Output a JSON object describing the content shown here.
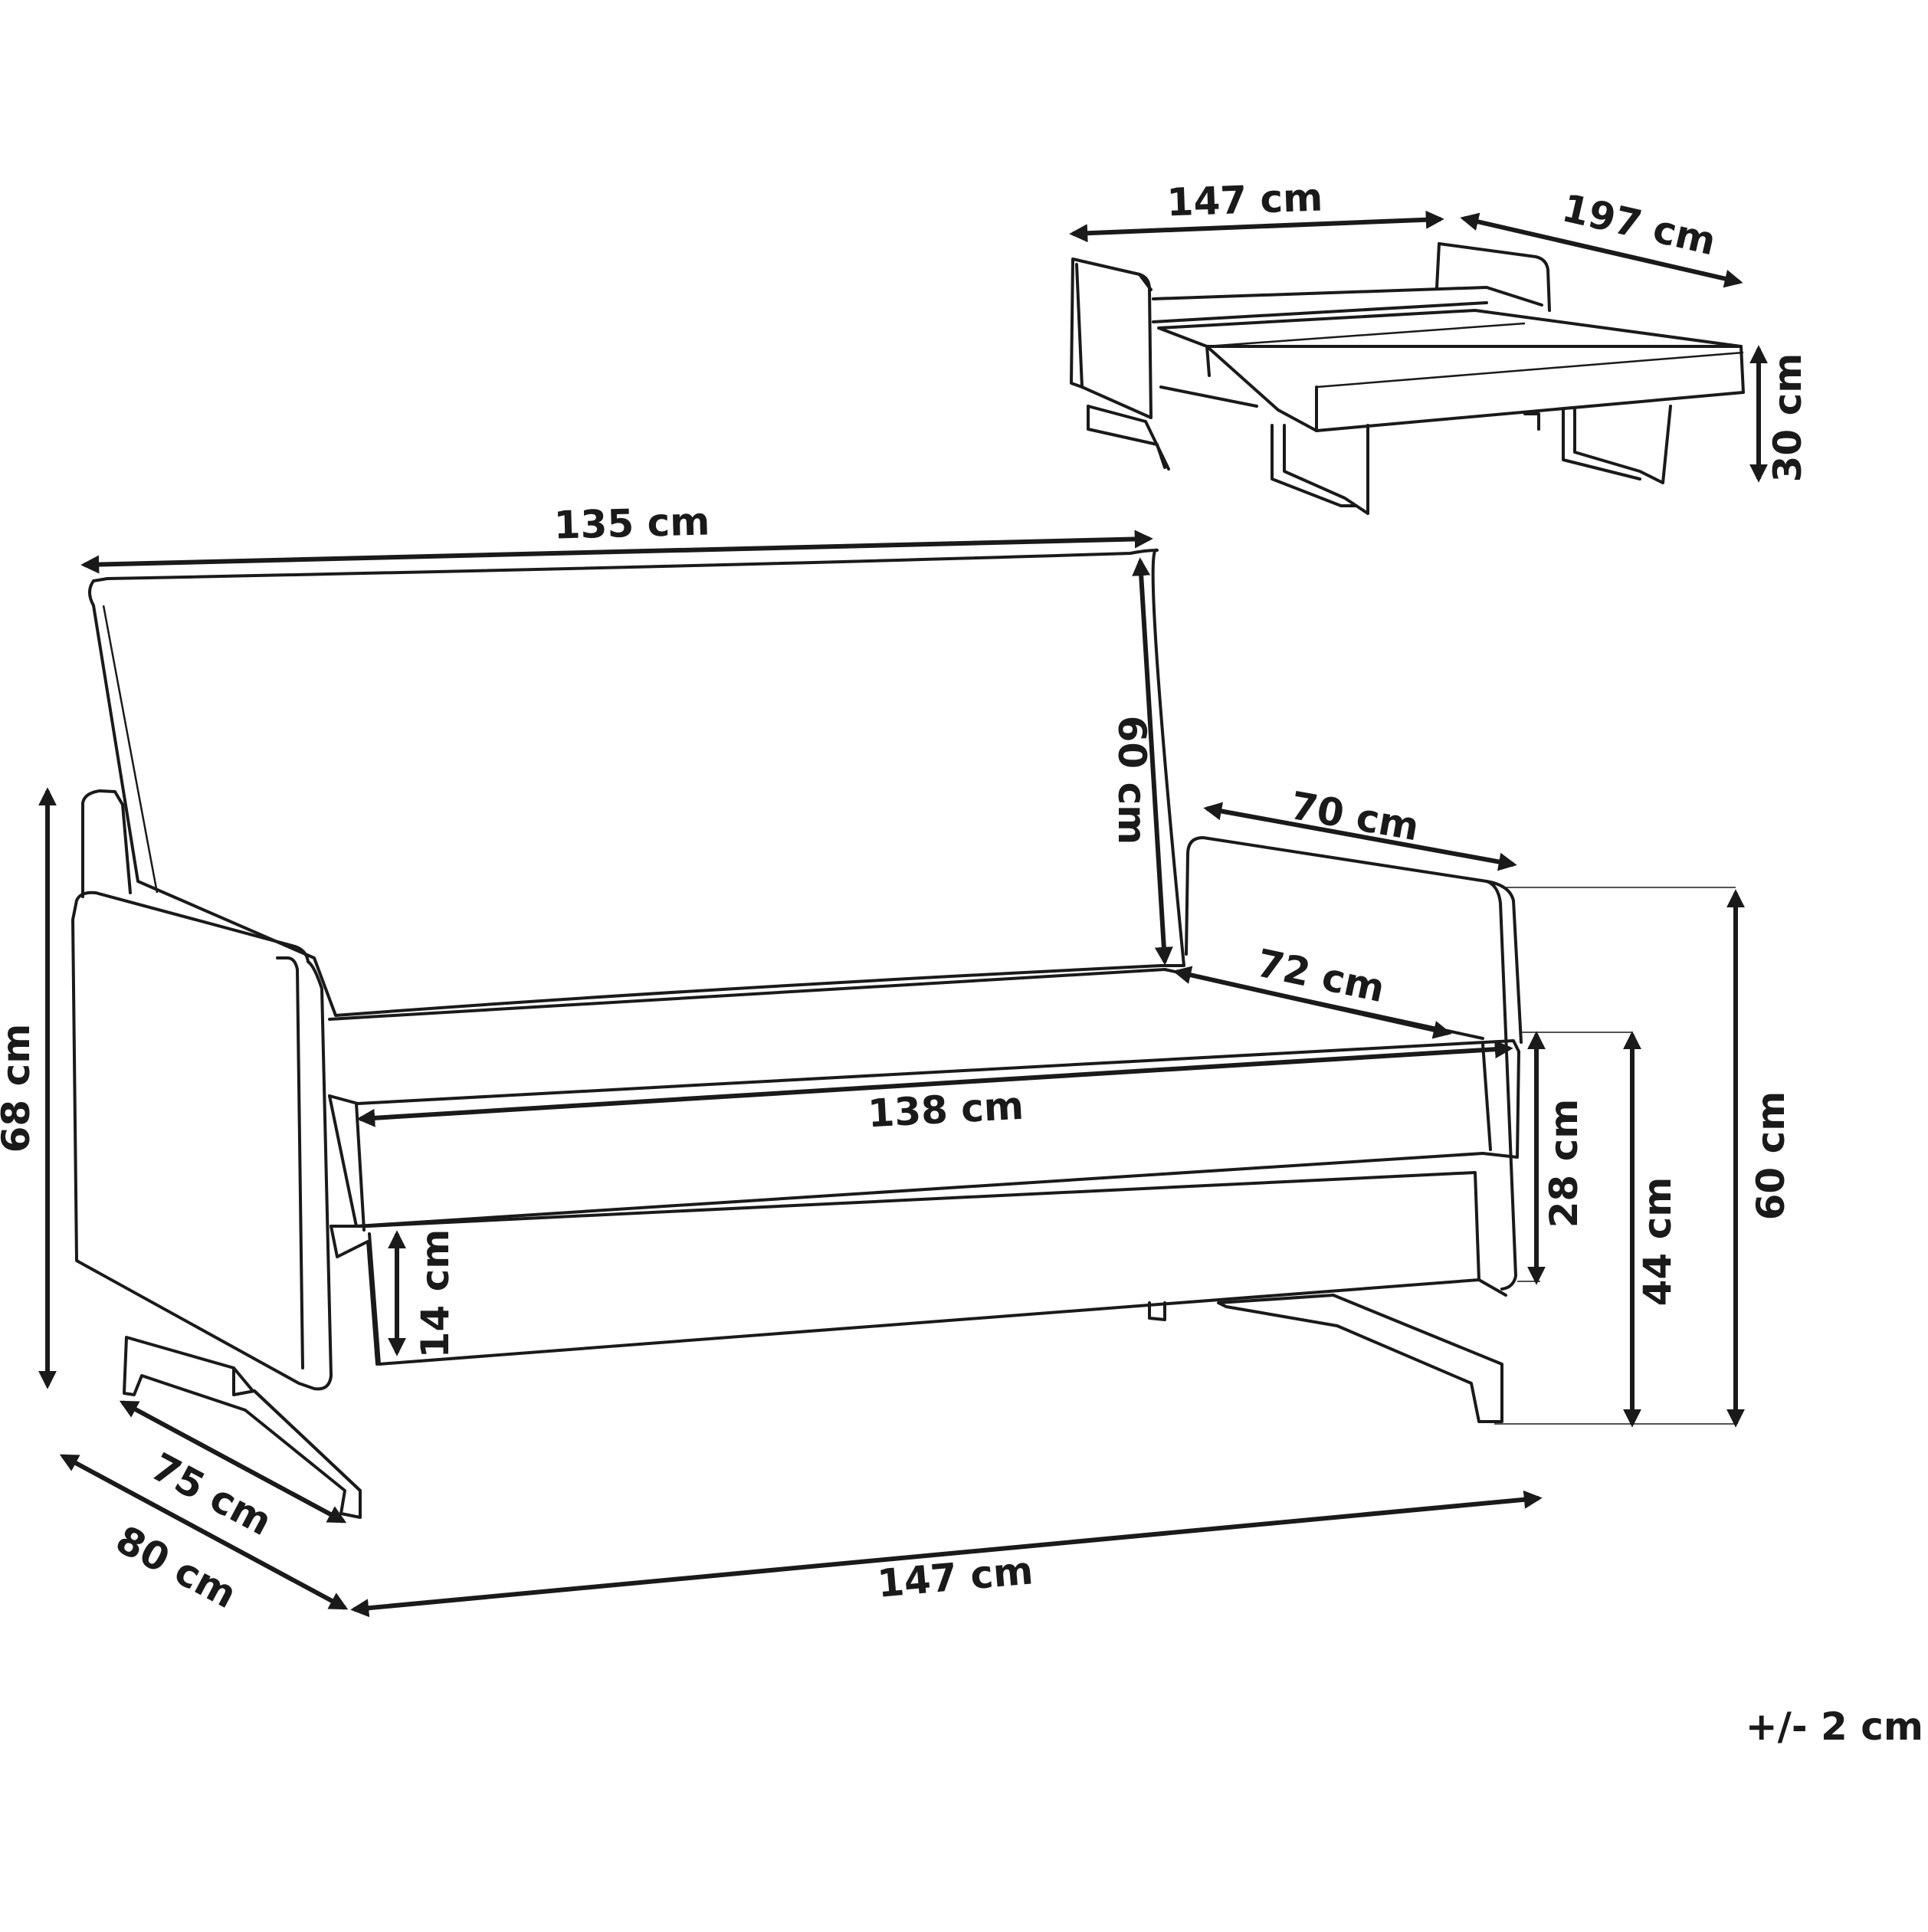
{
  "labels": {
    "top_width": "147 cm",
    "top_length": "197 cm",
    "top_height": "30 cm",
    "back_width": "135 cm",
    "back_height": "60 cm",
    "arm_depth": "70 cm",
    "seat_depth": "72 cm",
    "seat_width": "138 cm",
    "total_height": "68 cm",
    "arm_height": "60 cm",
    "seat_height": "44 cm",
    "cushion_height": "28 cm",
    "leg_clearance": "14 cm",
    "leg_depth": "75 cm",
    "total_depth": "80 cm",
    "total_width": "147 cm",
    "tolerance": "+/- 2 cm"
  }
}
